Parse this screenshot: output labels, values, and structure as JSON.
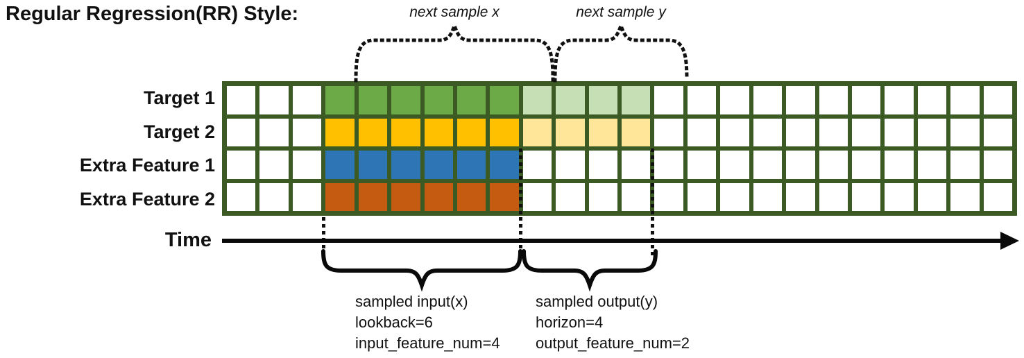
{
  "title": "Regular Regression(RR) Style:",
  "top_annotations": {
    "next_sample_x": "next sample x",
    "next_sample_y": "next sample y"
  },
  "time_label": "Time",
  "grid": {
    "columns": 24,
    "rows": [
      {
        "label": "Target 1",
        "cells": [
          "w",
          "w",
          "w",
          "t1",
          "t1",
          "t1",
          "t1",
          "t1",
          "t1",
          "t1l",
          "t1l",
          "t1l",
          "t1l",
          "w",
          "w",
          "w",
          "w",
          "w",
          "w",
          "w",
          "w",
          "w",
          "w",
          "w"
        ]
      },
      {
        "label": "Target 2",
        "cells": [
          "w",
          "w",
          "w",
          "t2",
          "t2",
          "t2",
          "t2",
          "t2",
          "t2",
          "t2l",
          "t2l",
          "t2l",
          "t2l",
          "w",
          "w",
          "w",
          "w",
          "w",
          "w",
          "w",
          "w",
          "w",
          "w",
          "w"
        ]
      },
      {
        "label": "Extra Feature 1",
        "cells": [
          "w",
          "w",
          "w",
          "e1",
          "e1",
          "e1",
          "e1",
          "e1",
          "e1",
          "w",
          "w",
          "w",
          "w",
          "w",
          "w",
          "w",
          "w",
          "w",
          "w",
          "w",
          "w",
          "w",
          "w",
          "w"
        ]
      },
      {
        "label": "Extra Feature 2",
        "cells": [
          "w",
          "w",
          "w",
          "e2",
          "e2",
          "e2",
          "e2",
          "e2",
          "e2",
          "w",
          "w",
          "w",
          "w",
          "w",
          "w",
          "w",
          "w",
          "w",
          "w",
          "w",
          "w",
          "w",
          "w",
          "w"
        ]
      }
    ]
  },
  "cell_colors": {
    "w": "#ffffff",
    "t1": "#6ca947",
    "t1l": "#c6dfb4",
    "t2": "#ffc000",
    "t2l": "#ffe699",
    "e1": "#2e75b6",
    "e2": "#c55a11"
  },
  "colors": {
    "grid_border": "#3c5a23",
    "annotation_black": "#111111"
  },
  "sample_info": {
    "input_lines": [
      "sampled input(x)",
      "lookback=6",
      "input_feature_num=4"
    ],
    "output_lines": [
      "sampled output(y)",
      "horizon=4",
      "output_feature_num=2"
    ]
  }
}
